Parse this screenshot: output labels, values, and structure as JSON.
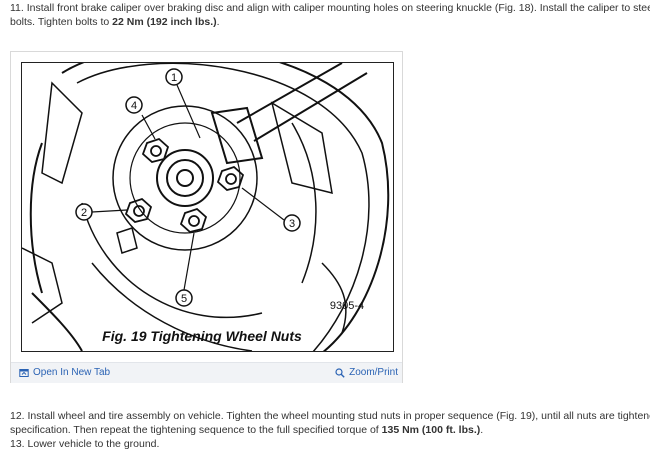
{
  "step11": {
    "text_before": "11. Install front brake caliper over braking disc and align with caliper mounting holes on steering knuckle (Fig. 18). Install the caliper to steering knuckle",
    "text_line2": "bolts. Tighten bolts to ",
    "torque": "22 Nm (192 inch lbs.)",
    "text_after": "."
  },
  "figure": {
    "callouts": [
      "1",
      "2",
      "3",
      "4",
      "5"
    ],
    "code": "9305-4",
    "caption": "Fig. 19 Tightening Wheel Nuts",
    "open_tab_label": "Open In New Tab",
    "zoom_label": "Zoom/Print"
  },
  "step12": {
    "line1": "12. Install wheel and tire assembly on vehicle. Tighten the wheel mounting stud nuts in proper sequence (Fig. 19), until all nuts are tightened to half",
    "line2_before": "specification. Then repeat the tightening sequence to the full specified torque of ",
    "torque": "135 Nm (100 ft. lbs.)",
    "line2_after": "."
  },
  "step13": {
    "text": "13. Lower vehicle to the ground."
  },
  "colors": {
    "link": "#2b63b4",
    "text": "#333333",
    "bar_bg": "#f1f3f6"
  }
}
